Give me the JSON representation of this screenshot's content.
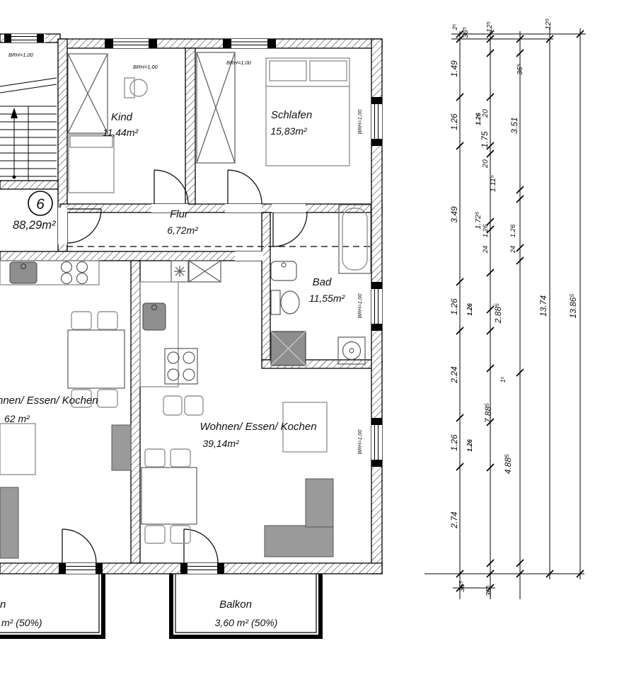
{
  "unit": {
    "number": "6",
    "area": "88,29m²"
  },
  "rooms": {
    "kind": {
      "name": "Kind",
      "area": "11,44m²"
    },
    "schlafen": {
      "name": "Schlafen",
      "area": "15,83m²"
    },
    "flur": {
      "name": "Flur",
      "area": "6,72m²"
    },
    "bad": {
      "name": "Bad",
      "area": "11,55m²"
    },
    "wohnen": {
      "name": "Wohnen/ Essen/ Kochen",
      "area": "39,14m²"
    },
    "neighbor": {
      "name": "hnen/ Essen/ Kochen",
      "area": "62 m²"
    },
    "balkon": {
      "name": "Balkon",
      "area": "3,60 m² (50%)"
    },
    "neighbor_balkon": {
      "name": "n",
      "area": "m² (50%)"
    }
  },
  "sill_label": "BRH=1,00",
  "dims": [
    "2⁵",
    "36⁵",
    "12⁵",
    "12⁵",
    "36⁵",
    "1.49",
    "1.26",
    "1.26",
    "20",
    "1.75",
    "3.51",
    "20",
    "1.11⁵",
    "3.49",
    "1.72⁵",
    "24",
    "1.26",
    "24",
    "1.26",
    "1.26",
    "1.26",
    "2.88⁵",
    "13.74",
    "13.86⁵",
    "2.24",
    "1⁵",
    "7.88⁵",
    "1.26",
    "1.26",
    "4.88⁵",
    "2.74",
    "36⁵",
    "36⁵"
  ]
}
